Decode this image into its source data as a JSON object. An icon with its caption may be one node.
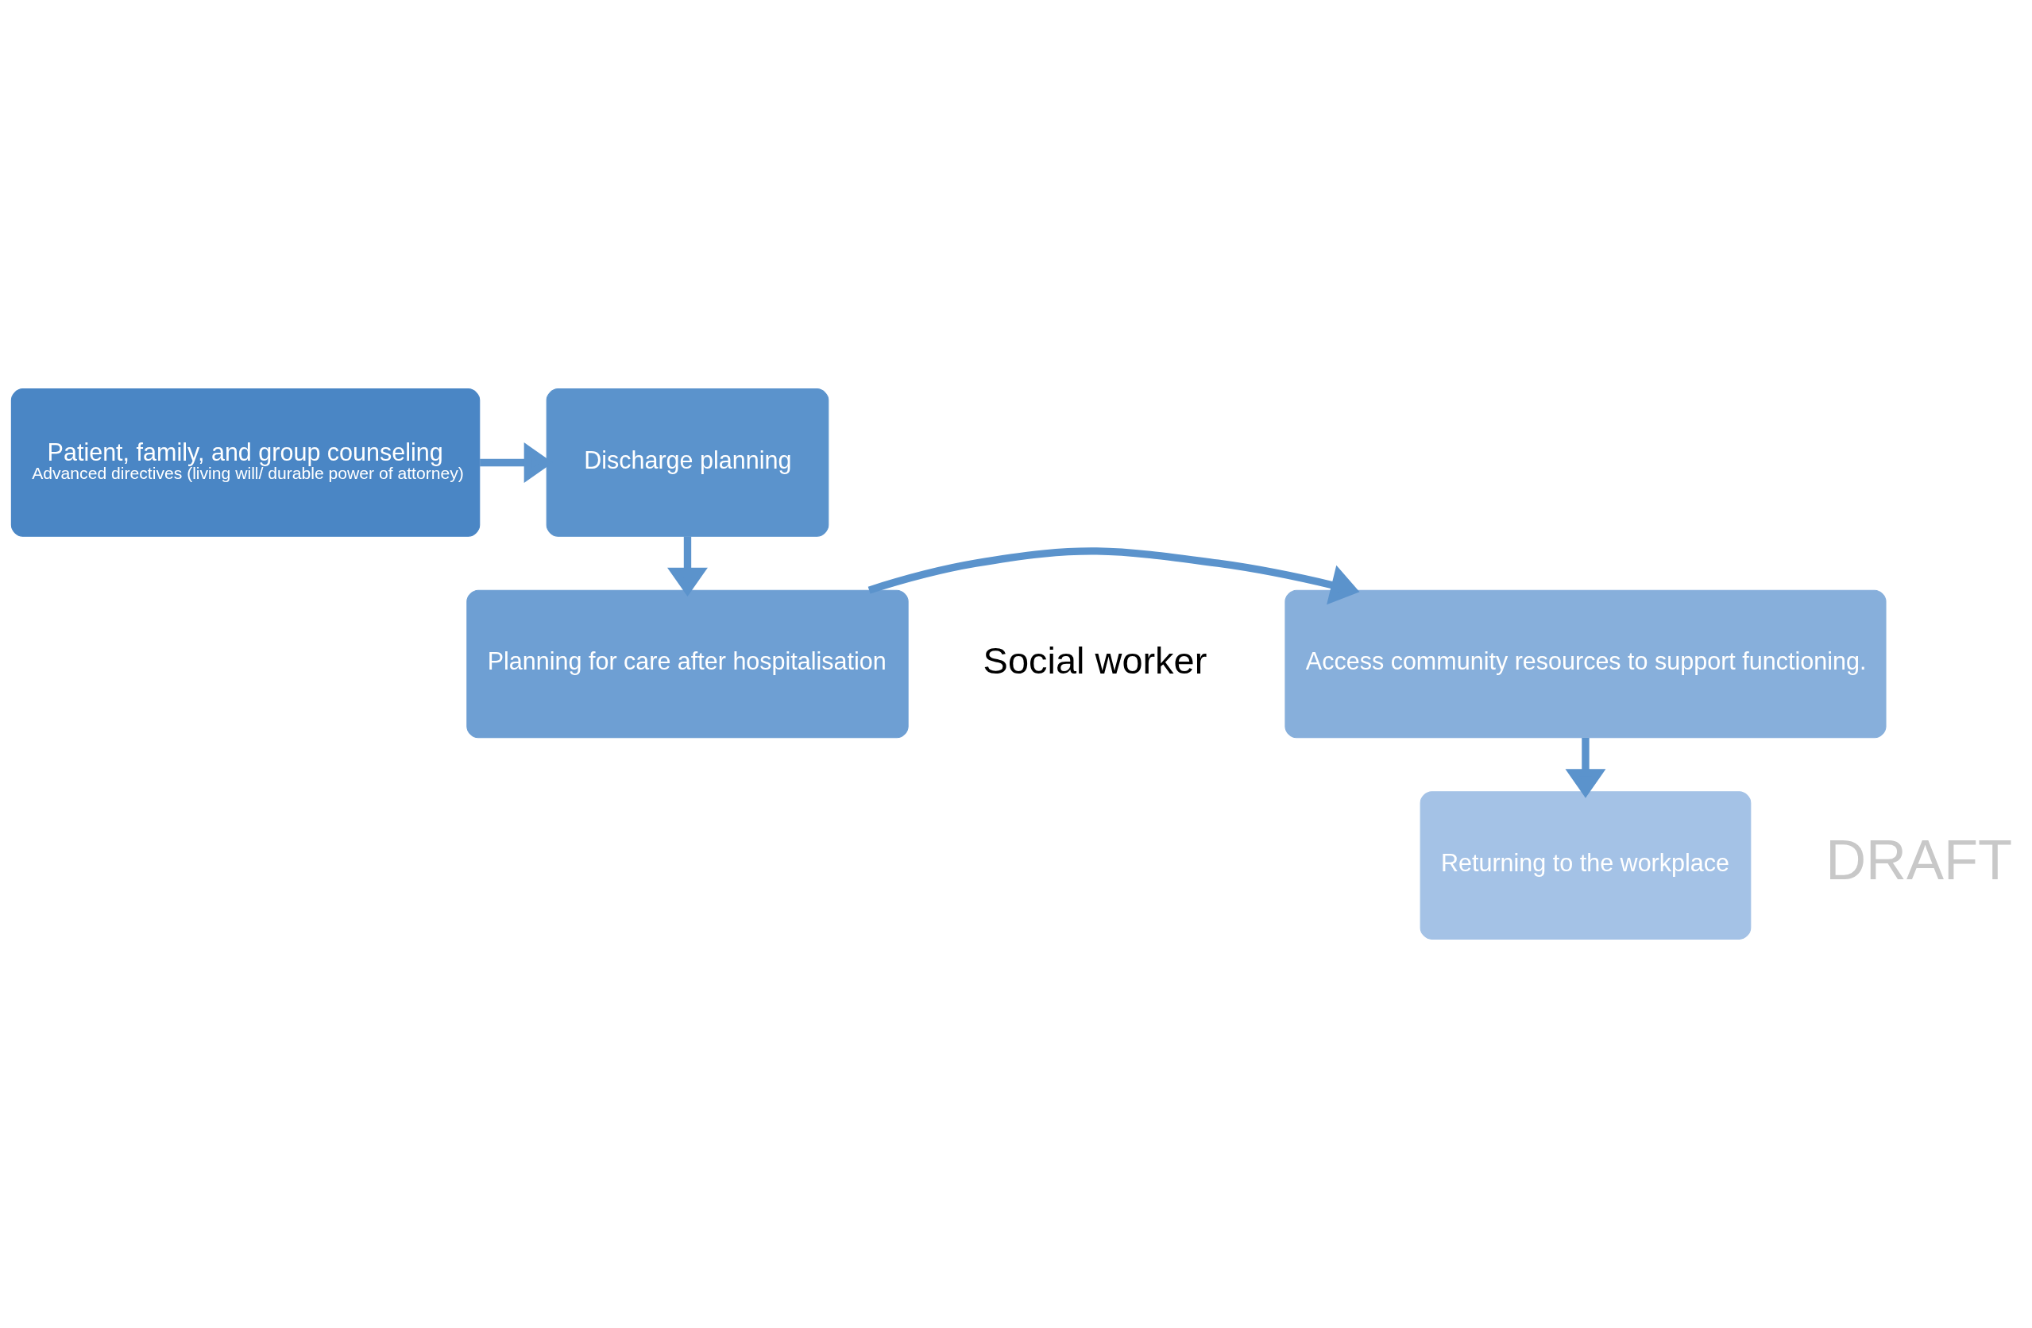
{
  "diagram": {
    "nodes": [
      {
        "text": [
          "Patient, family, and group counseling",
          "Advanced directives (living will/ durable power of attorney)"
        ]
      },
      {
        "text": [
          "Discharge planning"
        ]
      },
      {
        "text": [
          "Planning for care after hospitalisation"
        ]
      },
      {
        "text": [
          "Access community resources to support functioning."
        ]
      },
      {
        "text": [
          "Returning to the workplace"
        ]
      }
    ],
    "edges": [
      {
        "from": 0,
        "to": 1,
        "arrow": "to"
      },
      {
        "from": 1,
        "to": 2,
        "arrow": "to"
      },
      {
        "from": 2,
        "to": 3,
        "arrow": "to"
      },
      {
        "from": 3,
        "to": 4,
        "arrow": "to"
      }
    ],
    "labels": [
      "Social worker",
      "DRAFT"
    ]
  }
}
